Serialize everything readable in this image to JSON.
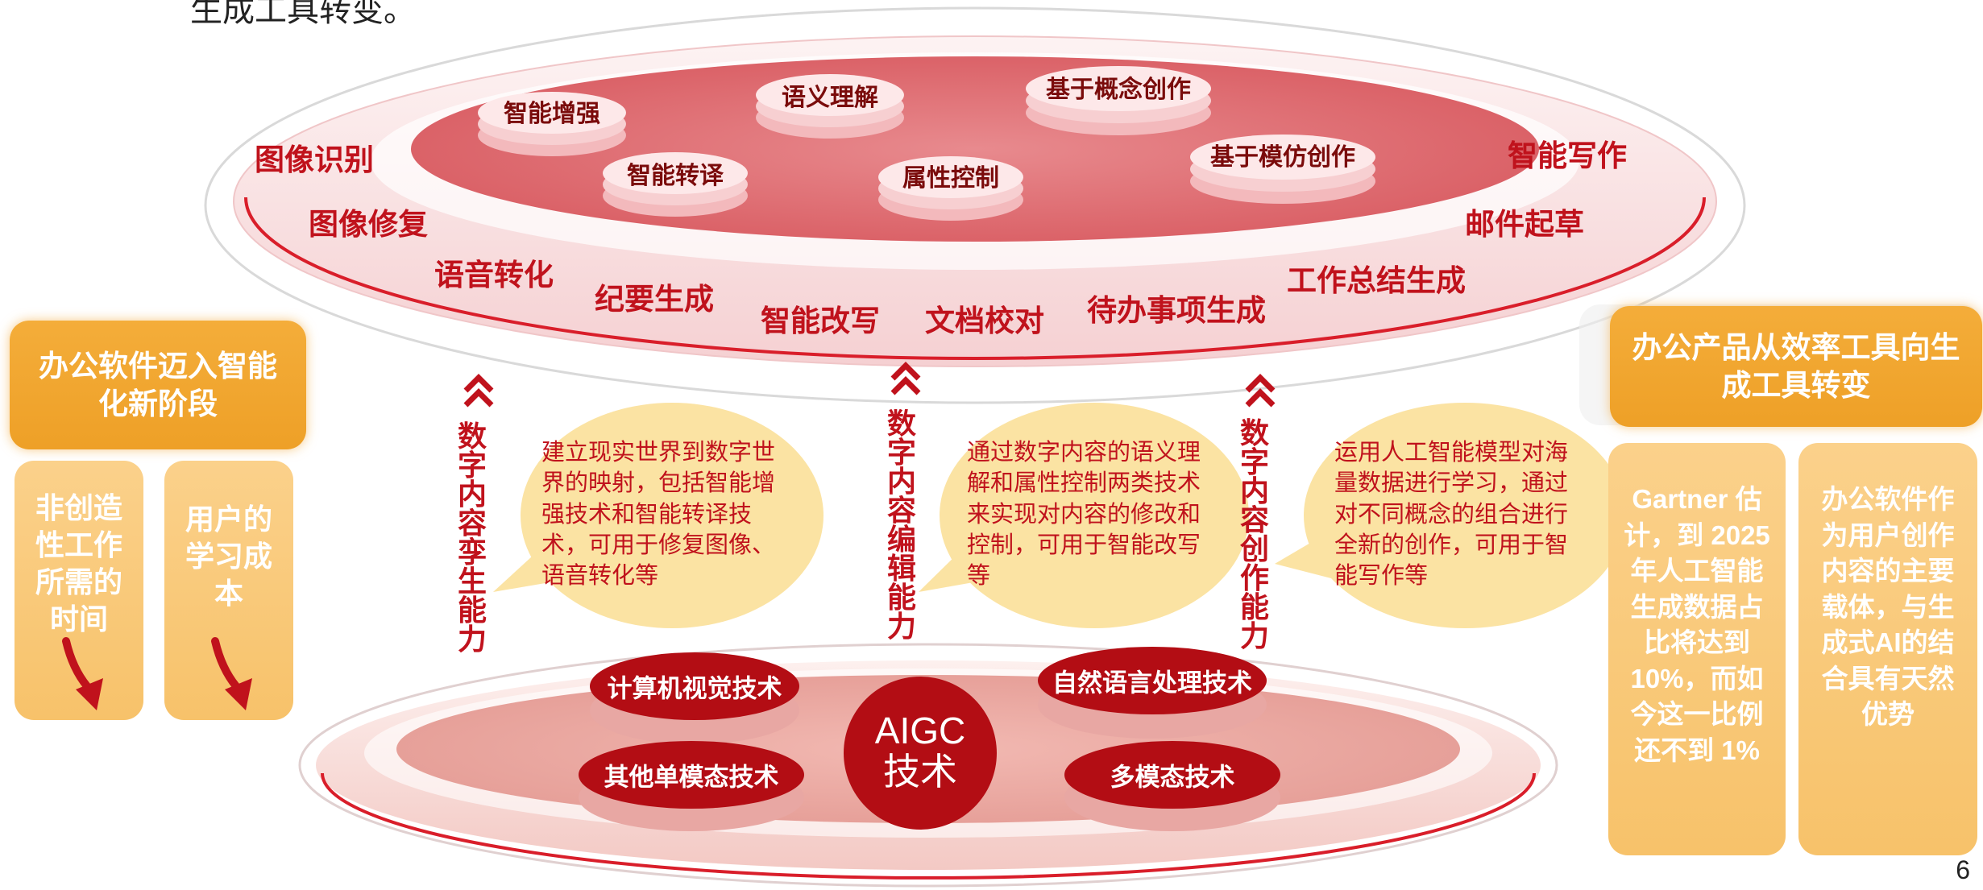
{
  "header": {
    "top_text": "生成工具转变。"
  },
  "top_ellipse": {
    "inner_pills": [
      "智能增强",
      "语义理解",
      "基于概念创作",
      "智能转译",
      "属性控制",
      "基于模仿创作"
    ],
    "ring_labels": [
      "图像识别",
      "图像修复",
      "语音转化",
      "纪要生成",
      "智能改写",
      "文档校对",
      "待办事项生成",
      "工作总结生成",
      "邮件起草",
      "智能写作"
    ]
  },
  "capabilities": [
    {
      "label": "数字内容孪生能力",
      "bubble": "建立现实世界到数字世界的映射，包括智能增强技术和智能转译技术，可用于修复图像、语音转化等"
    },
    {
      "label": "数字内容编辑能力",
      "bubble": "通过数字内容的语义理解和属性控制两类技术来实现对内容的修改和控制，可用于智能改写等"
    },
    {
      "label": "数字内容创作能力",
      "bubble": "运用人工智能模型对海量数据进行学习，通过对不同概念的组合进行全新的创作，可用于智能写作等"
    }
  ],
  "base": {
    "center": "AIGC\n技术",
    "center_line1": "AIGC",
    "center_line2": "技术",
    "techs": [
      "计算机视觉技术",
      "自然语言处理技术",
      "其他单模态技术",
      "多模态技术"
    ]
  },
  "left_panel": {
    "title": "办公软件迈入智能化新阶段",
    "boxes": [
      "非创造性工作所需的时间",
      "用户的学习成本"
    ]
  },
  "right_panel": {
    "title": "办公产品从效率工具向生成工具转变",
    "boxes": [
      "Gartner 估计，到 2025 年人工智能生成数据占比将达到 10%，而如今这一比例还不到 1%",
      "办公软件作为用户创作内容的主要载体，与生成式AI的结合具有天然优势"
    ]
  },
  "page_number": "6",
  "colors": {
    "accent_red": "#c0121c",
    "dark_red": "#a8080f",
    "orange": "#f0a22c",
    "light_orange": "#f9c874",
    "bubble": "#fbe3a3"
  },
  "icons": [
    "chevron-up-double-icon",
    "down-curved-arrow-icon"
  ]
}
